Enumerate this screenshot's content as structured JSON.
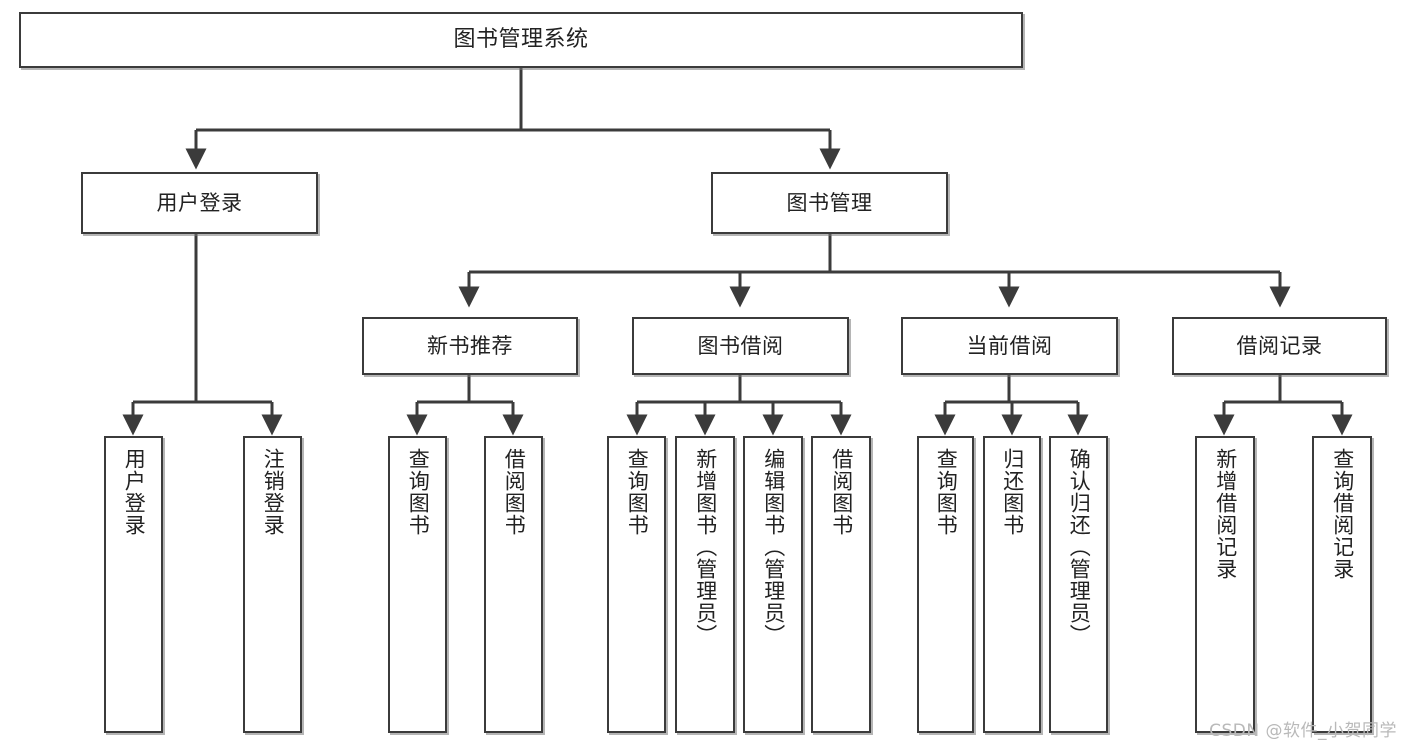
{
  "diagram": {
    "title": "图书管理系统",
    "type": "tree-structure-chart",
    "watermark": "CSDN @软件_小贺同学",
    "colors": {
      "node_border": "#3b3b3b",
      "node_fill": "#ffffff",
      "edge": "#3b3b3b",
      "text": "#222222",
      "watermark": "#b9b9b9"
    },
    "nodes": {
      "root": {
        "label": "图书管理系统"
      },
      "level2": [
        {
          "id": "user-login",
          "label": "用户登录"
        },
        {
          "id": "book-management",
          "label": "图书管理"
        }
      ],
      "level3": [
        {
          "id": "new-book-recommend",
          "label": "新书推荐"
        },
        {
          "id": "book-borrow",
          "label": "图书借阅"
        },
        {
          "id": "current-borrow",
          "label": "当前借阅"
        },
        {
          "id": "borrow-record",
          "label": "借阅记录"
        }
      ],
      "leaves": {
        "user-login": [
          {
            "id": "leaf-user-login",
            "label": "用户登录"
          },
          {
            "id": "leaf-logout-login",
            "label": "注销登录"
          }
        ],
        "new-book-recommend": [
          {
            "id": "leaf-query-book-1",
            "label": "查询图书"
          },
          {
            "id": "leaf-borrow-book-1",
            "label": "借阅图书"
          }
        ],
        "book-borrow": [
          {
            "id": "leaf-query-book-2",
            "label": "查询图书"
          },
          {
            "id": "leaf-add-book",
            "label": "新增图书（管理员）"
          },
          {
            "id": "leaf-edit-book",
            "label": "编辑图书（管理员）"
          },
          {
            "id": "leaf-borrow-book-2",
            "label": "借阅图书"
          }
        ],
        "current-borrow": [
          {
            "id": "leaf-query-book-3",
            "label": "查询图书"
          },
          {
            "id": "leaf-return-book",
            "label": "归还图书"
          },
          {
            "id": "leaf-confirm-return",
            "label": "确认归还（管理员）"
          }
        ],
        "borrow-record": [
          {
            "id": "leaf-add-record",
            "label": "新增借阅记录"
          },
          {
            "id": "leaf-query-record",
            "label": "查询借阅记录"
          }
        ]
      }
    }
  }
}
